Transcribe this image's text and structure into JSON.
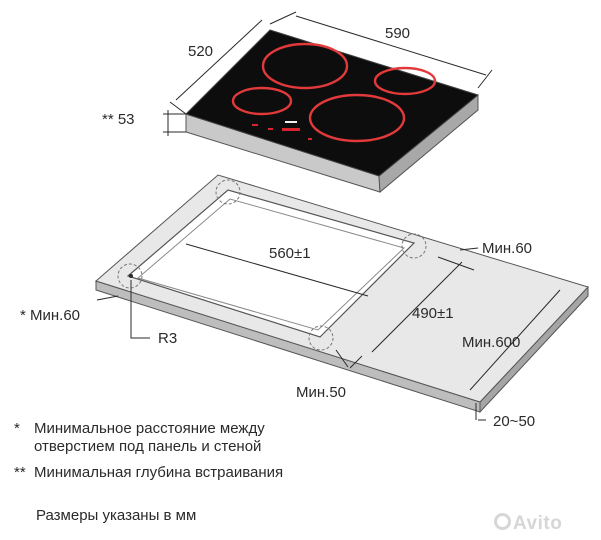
{
  "dimensions": {
    "width_590": "590",
    "depth_520": "520",
    "thickness_53": "** 53",
    "cutout_width": "560±1",
    "cutout_depth": "490±1",
    "min_60_back": "Мин.60",
    "min_60_side": "* Мин.60",
    "radius": "R3",
    "min_50_front": "Мин.50",
    "min_600": "Мин.600",
    "worktop_thickness": "20~50"
  },
  "notes": {
    "note1_mark": "*",
    "note1_line1": "Минимальное расстояние между",
    "note1_line2": "отверстием под панель и стеной",
    "note2_mark": "**",
    "note2_text": "Минимальная глубина встраивания",
    "note3_text": "Размеры указаны в мм"
  },
  "watermark": "Avito",
  "colors": {
    "glass": "#0d0d0d",
    "frame": "#9a9a9a",
    "worktop": "#e8e8e8",
    "line": "#2a2a2a",
    "control_red": "#d9232e"
  }
}
